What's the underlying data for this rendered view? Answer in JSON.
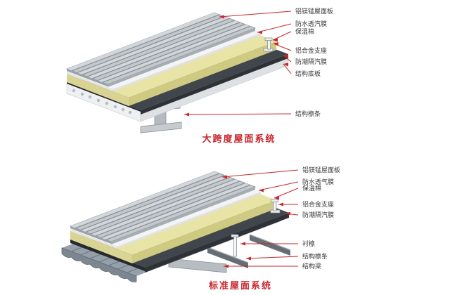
{
  "colors": {
    "leader_red": "#c9252b",
    "title_red": "#c9252b",
    "roof_metal": "#c7ccd1",
    "insulation_yellow": "#e8e4a6",
    "vapor_barrier_dark": "#3f444a",
    "deck_white": "#eef0f2",
    "corrugated_gray": "#8d98a2"
  },
  "top_system": {
    "title": "大跨度屋面系统",
    "labels": [
      {
        "text": "铝镁锰屋面板"
      },
      {
        "text": "防水透汽膜"
      },
      {
        "text": "保温棉"
      },
      {
        "text": "铝合金支座"
      },
      {
        "text": "防潮隔汽膜"
      },
      {
        "text": "结构底板"
      },
      {
        "text": "结构檩条"
      }
    ]
  },
  "bottom_system": {
    "title": "标准屋面系统",
    "labels": [
      {
        "text": "铝镁锰屋面板"
      },
      {
        "text": "防水透气膜"
      },
      {
        "text": "保温棉"
      },
      {
        "text": "铝合金支座"
      },
      {
        "text": "防潮隔汽膜"
      },
      {
        "text": "衬檩"
      },
      {
        "text": "结构檩条"
      },
      {
        "text": "结构梁"
      }
    ]
  }
}
